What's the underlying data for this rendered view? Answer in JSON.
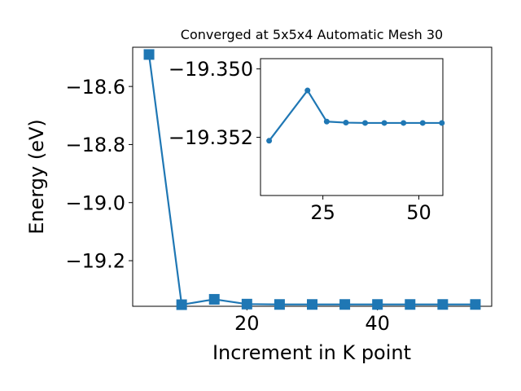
{
  "chart_data": [
    {
      "type": "line",
      "title": "Converged at 5x5x4 Automatic Mesh 30",
      "xlabel": "Increment in K point",
      "ylabel": "Energy (eV)",
      "xlim": [
        2.5,
        57.5
      ],
      "ylim": [
        -19.357,
        -18.465
      ],
      "xticks": [
        20,
        40
      ],
      "yticks": [
        -19.2,
        -19.0,
        -18.8,
        -18.6
      ],
      "ytick_labels": [
        "−19.2",
        "−19.0",
        "−18.8",
        "−18.6"
      ],
      "grid": false,
      "marker": "square",
      "color": "#1f77b4",
      "x": [
        5,
        10,
        15,
        20,
        25,
        30,
        35,
        40,
        45,
        50,
        55
      ],
      "y": [
        -18.49,
        -19.3515,
        -19.333,
        -19.3495,
        -19.3507,
        -19.3507,
        -19.3507,
        -19.3507,
        -19.3507,
        -19.3507,
        -19.3507
      ]
    },
    {
      "type": "line",
      "title": "",
      "xlabel": "",
      "ylabel": "",
      "xlim": [
        8.75,
        56.25
      ],
      "ylim": [
        -19.3537,
        -19.3497
      ],
      "xticks": [
        25,
        50
      ],
      "yticks": [
        -19.35,
        -19.352
      ],
      "ytick_labels": [
        "−19.350",
        "−19.352"
      ],
      "grid": false,
      "marker": "circle",
      "color": "#1f77b4",
      "x": [
        11,
        21,
        26,
        31,
        36,
        41,
        46,
        51,
        56
      ],
      "y": [
        -19.3521,
        -19.35063,
        -19.35154,
        -19.35157,
        -19.35158,
        -19.35158,
        -19.35158,
        -19.35158,
        -19.35158
      ]
    }
  ]
}
